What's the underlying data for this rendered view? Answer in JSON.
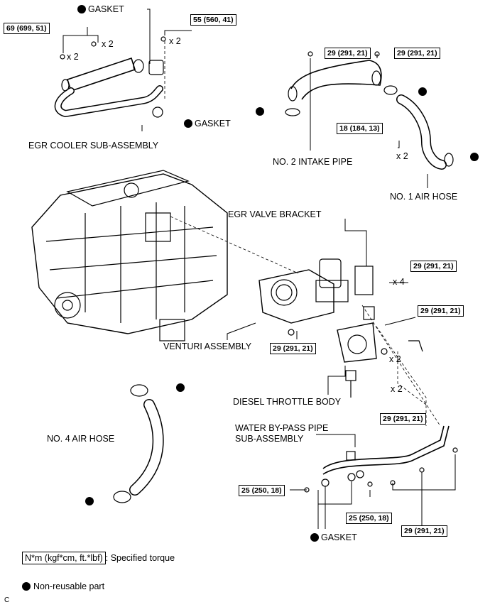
{
  "labels": {
    "gasket_top": "GASKET",
    "gasket_right": "GASKET",
    "gasket_bottom": "GASKET",
    "egr_cooler": "EGR COOLER SUB-ASSEMBLY",
    "intake_pipe": "NO. 2 INTAKE PIPE",
    "air_hose_1": "NO. 1 AIR HOSE",
    "egr_valve_bracket": "EGR VALVE BRACKET",
    "venturi": "VENTURI ASSEMBLY",
    "throttle_body": "DIESEL THROTTLE BODY",
    "air_hose_4": "NO. 4 AIR HOSE",
    "water_bypass_1": "WATER BY-PASS PIPE",
    "water_bypass_2": "SUB-ASSEMBLY"
  },
  "torques": {
    "t69": "69 (699, 51)",
    "t55": "55 (560, 41)",
    "t29_a": "29 (291, 21)",
    "t29_b": "29 (291, 21)",
    "t18": "18 (184, 13)",
    "t29_c": "29 (291, 21)",
    "t29_d": "29 (291, 21)",
    "t29_e": "29 (291, 21)",
    "t29_f": "29 (291, 21)",
    "t25_a": "25 (250, 18)",
    "t25_b": "25 (250, 18)",
    "t29_g": "29 (291, 21)"
  },
  "multipliers": {
    "m1": "x 2",
    "m2": "x 2",
    "m3": "x 2",
    "m4": "x 2",
    "m5": "x 4",
    "m6": "x 2",
    "m7": "x 2"
  },
  "legend": {
    "unit_box": "N*m (kgf*cm, ft.*lbf)",
    "unit_text": ": Specified torque",
    "nonreusable": "Non-reusable part"
  },
  "footer": {
    "code": "C"
  }
}
